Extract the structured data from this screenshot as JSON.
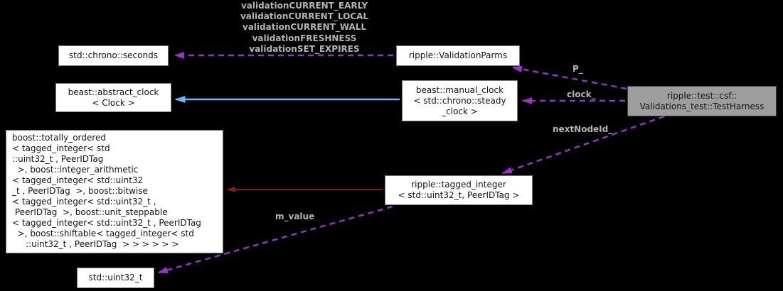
{
  "diagram_type": "doxygen-collaboration-graph",
  "colors": {
    "background": "#000000",
    "edge_purple": "#9a32cd",
    "edge_blue": "#63b8ff",
    "edge_red": "#8b1a1a",
    "edge_label_text": "#b4b4b4",
    "node_fill": "#ffffff",
    "node_border": "#7a7a7a",
    "node_text": "#131313",
    "highlight_fill": "#9e9e9e",
    "highlight_border": "#3d3d3d"
  },
  "nodes": {
    "chrono_seconds": {
      "lines": [
        "std::chrono::seconds"
      ]
    },
    "validation_parms": {
      "lines": [
        "ripple::ValidationParms"
      ]
    },
    "abstract_clock": {
      "lines": [
        "beast::abstract_clock",
        "< Clock >"
      ]
    },
    "manual_clock": {
      "lines": [
        "beast::manual_clock",
        "< std::chrono::steady",
        "_clock >"
      ]
    },
    "test_harness": {
      "lines": [
        "ripple::test::csf::",
        "Validations_test::TestHarness"
      ],
      "highlighted": true
    },
    "boost_totally_ordered": {
      "lines": [
        "boost::totally_ordered",
        "< tagged_integer< std",
        "::uint32_t , PeerIDTag",
        "  >, boost::integer_arithmetic",
        "< tagged_integer< std::uint32",
        "_t , PeerIDTag  >, boost::bitwise",
        "< tagged_integer< std::uint32_t ,",
        " PeerIDTag  >, boost::unit_steppable",
        "< tagged_integer< std::uint32_t , PeerIDTag",
        "  >, boost::shiftable< tagged_integer< std",
        "     ::uint32_t , PeerIDTag  > > > > > >"
      ]
    },
    "tagged_integer": {
      "lines": [
        "ripple::tagged_integer",
        "< std::uint32_t, PeerIDTag >"
      ]
    },
    "uint32_t": {
      "lines": [
        "std::uint32_t"
      ]
    }
  },
  "edge_labels": {
    "validation_params": [
      "validationCURRENT_EARLY",
      "validationCURRENT_LOCAL",
      "validationCURRENT_WALL",
      "validationFRESHNESS",
      "validationSET_EXPIRES"
    ],
    "p": "P_",
    "clock": "clock_",
    "next_node_id": "nextNodeId_",
    "m_value": "m_value"
  }
}
